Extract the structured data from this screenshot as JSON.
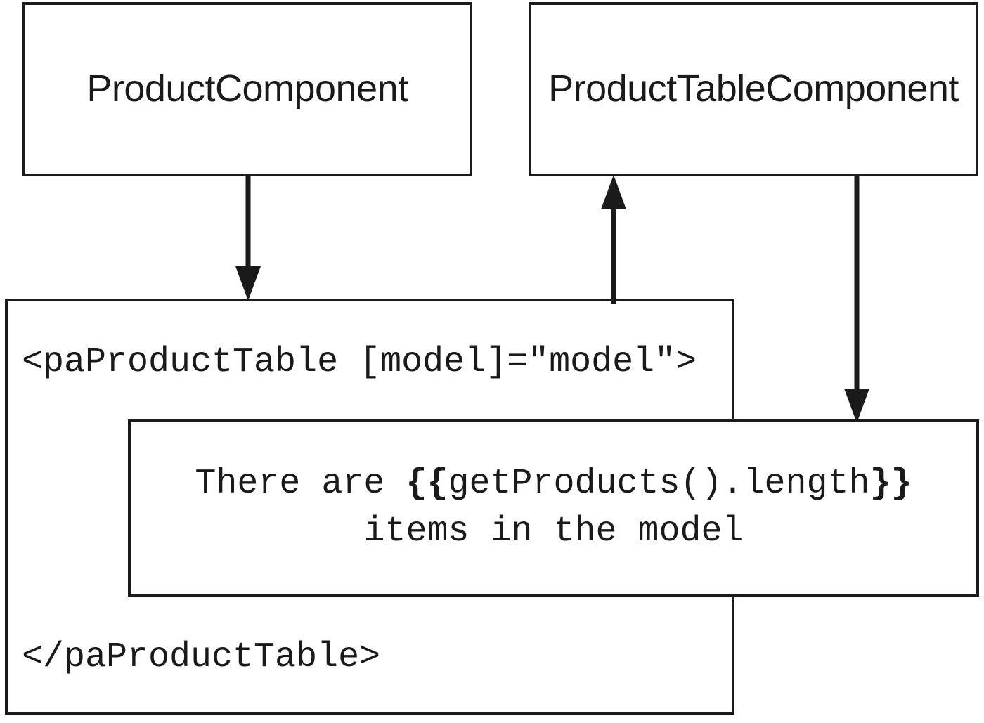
{
  "diagram": {
    "title": "Angular component template data-binding diagram",
    "background_color": "#ffffff",
    "stroke_color": "#1a1a1a",
    "nodes": {
      "product_component": {
        "label": "ProductComponent"
      },
      "product_table_component": {
        "label": "ProductTableComponent"
      },
      "template": {
        "open_tag": "<paProductTable [model]=\"model\">",
        "close_tag": "</paProductTable>"
      },
      "interpolation": {
        "line1_prefix": "There are ",
        "line1_braces_open": "{{",
        "line1_expression": "getProducts().length",
        "line1_braces_close": "}}",
        "line2": "items in the model"
      }
    },
    "arrows": [
      {
        "name": "product-component-to-template",
        "from": "ProductComponent",
        "to": "template",
        "direction": "down"
      },
      {
        "name": "template-to-product-table-component",
        "from": "template",
        "to": "ProductTableComponent",
        "direction": "up"
      },
      {
        "name": "product-table-component-to-interpolation",
        "from": "ProductTableComponent",
        "to": "interpolation",
        "direction": "down"
      }
    ]
  }
}
